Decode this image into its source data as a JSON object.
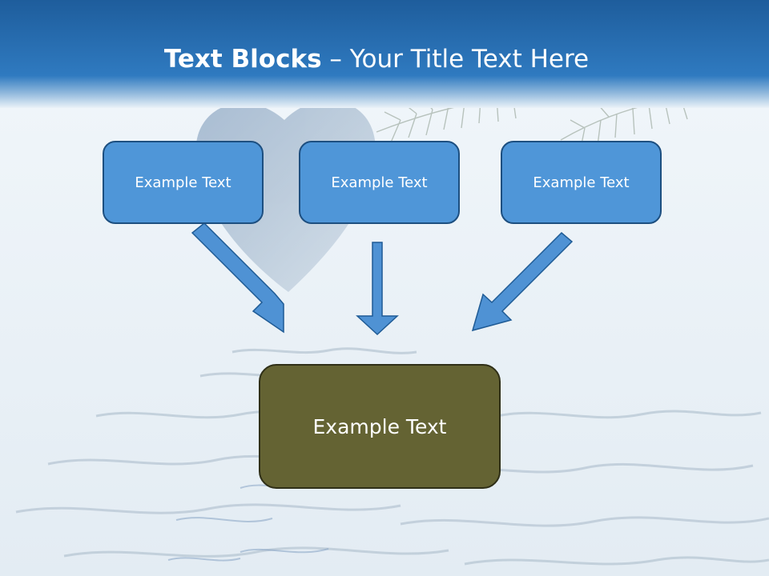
{
  "slide": {
    "title_bold": "Text Blocks",
    "title_rest": " – Your Title Text Here"
  },
  "boxes": [
    {
      "label": "Example Text"
    },
    {
      "label": "Example Text"
    },
    {
      "label": "Example Text"
    },
    {
      "label": "Example Text"
    }
  ],
  "colors": {
    "header_band": "#2e72b3",
    "box_fill": "#4f96d8",
    "box_border": "#1d4f80",
    "result_fill": "#646333",
    "arrow_fill": "#4f92d4"
  }
}
